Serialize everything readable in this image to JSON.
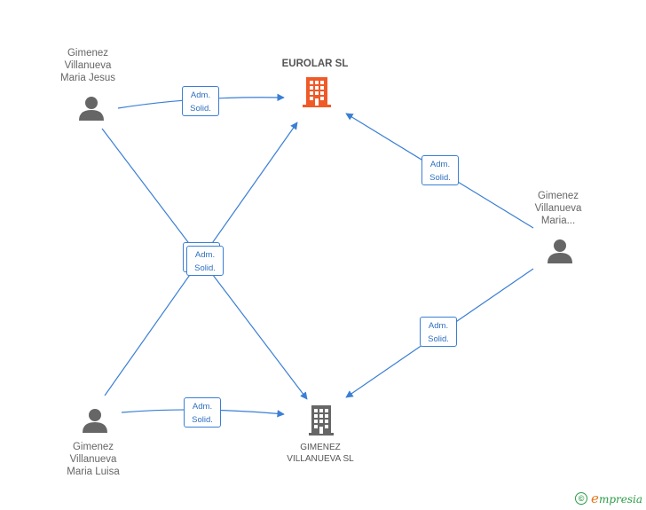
{
  "nodes": {
    "eurolar": {
      "label": "EUROLAR SL"
    },
    "gimenez_sl": {
      "label_line1": "GIMENEZ",
      "label_line2": "VILLANUEVA SL"
    },
    "maria_jesus": {
      "line1": "Gimenez",
      "line2": "Villanueva",
      "line3": "Maria Jesus"
    },
    "maria_luisa": {
      "line1": "Gimenez",
      "line2": "Villanueva",
      "line3": "Maria Luisa"
    },
    "maria_other": {
      "line1": "Gimenez",
      "line2": "Villanueva",
      "line3": "Maria..."
    }
  },
  "edges": {
    "badge_line1": "Adm.",
    "badge_line2": "Solid."
  },
  "footer": {
    "copyright_symbol": "©",
    "brand_initial": "e",
    "brand_rest": "mpresia"
  },
  "colors": {
    "main_company": "#f05a28",
    "company": "#666666",
    "person": "#666666",
    "edge": "#3a7fd5"
  }
}
